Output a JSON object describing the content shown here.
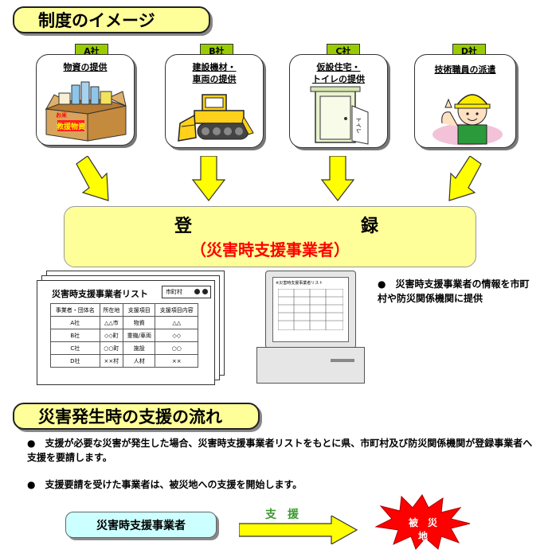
{
  "section1": {
    "title": "制度のイメージ"
  },
  "companies": [
    {
      "tag": "A社",
      "label": "物資の提供",
      "crate_label": "救援物資",
      "rice_label": "お米"
    },
    {
      "tag": "B社",
      "label1": "建設機材・",
      "label2": "車両の提供"
    },
    {
      "tag": "C社",
      "label1": "仮設住宅・",
      "label2": "トイレの提供",
      "toilet_label": "トイレ"
    },
    {
      "tag": "D社",
      "label": "技術職員の派遣"
    }
  ],
  "register": {
    "title_left": "登",
    "title_right": "録",
    "subtitle": "（災害時支援事業者）"
  },
  "list_doc": {
    "title": "災害時支援事業者リスト",
    "city_label": "市町村",
    "headers": [
      "事業者・団体名",
      "所在地",
      "支援項目",
      "支援項目内容"
    ],
    "rows": [
      [
        "A社",
        "△△市",
        "物資",
        "△△"
      ],
      [
        "B社",
        "◇◇町",
        "重機/車両",
        "◇◇"
      ],
      [
        "C社",
        "○○町",
        "施設",
        "○○"
      ],
      [
        "D社",
        "××村",
        "人材",
        "××"
      ]
    ]
  },
  "monitor": {
    "header": "※災害時支援事業者リスト"
  },
  "provide_note": "●　災害時支援事業者の情報を市町村や防災関係機関に提供",
  "section2": {
    "title": "災害発生時の支援の流れ"
  },
  "bullets": [
    "●　支援が必要な災害が発生した場合、災害時支援事業者リストをもとに県、市町村及び防災関係機関が登録事業者へ支援を要請します。",
    "●　支援要請を受けた事業者は、被災地への支援を開始します。"
  ],
  "flow": {
    "source": "災害時支援事業者",
    "arrow_label": "支　援",
    "target": "被　災　地"
  },
  "colors": {
    "banner": "#ffff99",
    "tag": "#99cc00",
    "arrow": "#ffff00",
    "subtitle_red": "#ff0000",
    "flow_box": "#ccffff",
    "burst": "#ff0000"
  }
}
